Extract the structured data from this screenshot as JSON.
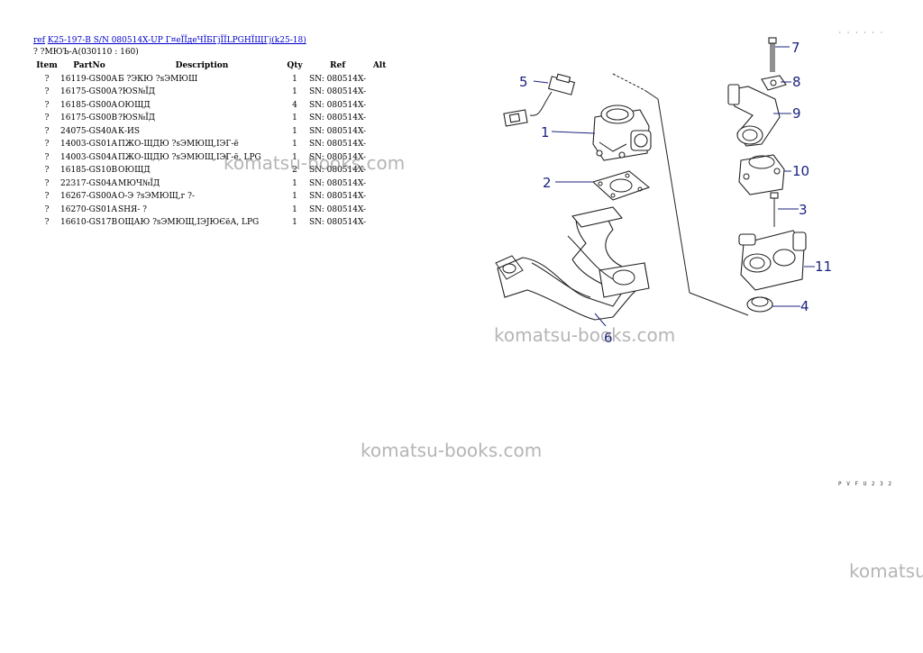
{
  "header": {
    "ref_link": "ref",
    "title_link": "K25-197-B S/N 080514X-UP Г¤еЇЇдеЧЇБГјЇЇLPGНЇЩГј(k25-18)"
  },
  "subtitle": "? ?МЮЪ-А(030110 : 160)",
  "table": {
    "headers": [
      "Item",
      "PartNo",
      "Description",
      "Qty",
      "Ref",
      "Alt"
    ],
    "rows": [
      {
        "item": "?",
        "part": "16119-GS00A",
        "desc": "Б ?ЭКЮ ?sЭМЮШ",
        "qty": "1",
        "ref": "SN: 080514X-",
        "alt": ""
      },
      {
        "item": "?",
        "part": "16175-GS00A",
        "desc": "?ЮS№ЇД",
        "qty": "1",
        "ref": "SN: 080514X-",
        "alt": ""
      },
      {
        "item": "?",
        "part": "16185-GS00A",
        "desc": "ОЮЩД",
        "qty": "4",
        "ref": "SN: 080514X-",
        "alt": ""
      },
      {
        "item": "?",
        "part": "16175-GS00B",
        "desc": "?ЮS№ЇД",
        "qty": "1",
        "ref": "SN: 080514X-",
        "alt": ""
      },
      {
        "item": "?",
        "part": "24075-GS40A",
        "desc": "К-ИS",
        "qty": "1",
        "ref": "SN: 080514X-",
        "alt": ""
      },
      {
        "item": "?",
        "part": "14003-GS01A",
        "desc": "ПЖО-ЩДЮ ?sЭМЮЩ,ІЭГ-ё",
        "qty": "1",
        "ref": "SN: 080514X-",
        "alt": ""
      },
      {
        "item": "?",
        "part": "14003-GS04A",
        "desc": "ПЖО-ЩДЮ ?sЭМЮЩ,ІЭГ-ё, LPG",
        "qty": "1",
        "ref": "SN: 080514X-",
        "alt": ""
      },
      {
        "item": "?",
        "part": "16185-GS10B",
        "desc": "ОЮЩД",
        "qty": "2",
        "ref": "SN: 080514X-",
        "alt": ""
      },
      {
        "item": "?",
        "part": "22317-GS04A",
        "desc": "МЮЧ№ЇД",
        "qty": "1",
        "ref": "SN: 080514X-",
        "alt": ""
      },
      {
        "item": "?",
        "part": "16267-GS00A",
        "desc": "О-Э ?sЭМЮЩ,г ?-",
        "qty": "1",
        "ref": "SN: 080514X-",
        "alt": ""
      },
      {
        "item": "?",
        "part": "16270-GS01A",
        "desc": "SНЯ- ?",
        "qty": "1",
        "ref": "SN: 080514X-",
        "alt": ""
      },
      {
        "item": "?",
        "part": "16610-GS17B",
        "desc": "ОЩАЮ ?sЭМЮЩ,ІЭЈЮЄёА, LPG",
        "qty": "1",
        "ref": "SN: 080514X-",
        "alt": ""
      }
    ]
  },
  "watermarks": [
    "komatsu-books.com",
    "komatsu-books.com",
    "komatsu-books.com",
    "komatsu"
  ],
  "corner_codes": {
    "top": "· · · · · ·",
    "bottom": "P V F U 2 3 2"
  },
  "callouts": [
    "1",
    "2",
    "3",
    "4",
    "5",
    "6",
    "7",
    "8",
    "9",
    "10",
    "11"
  ],
  "colors": {
    "link": "#0000cc",
    "callout": "#1a237e"
  }
}
